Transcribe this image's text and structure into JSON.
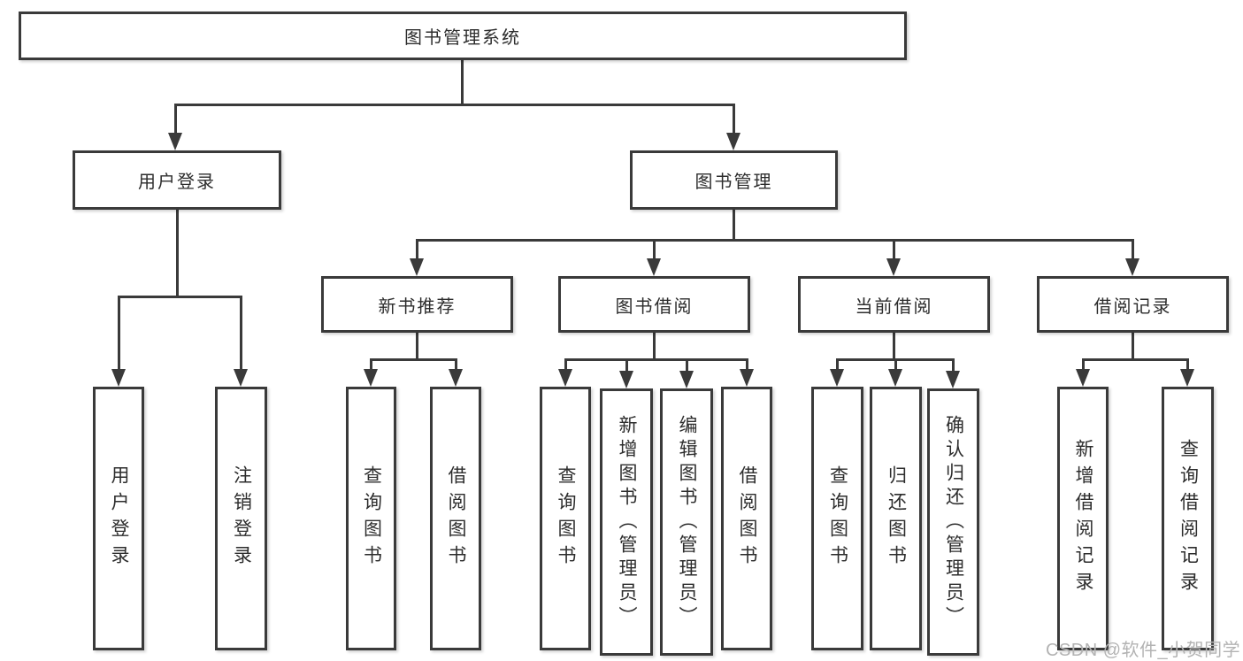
{
  "diagram": {
    "type": "tree",
    "root": {
      "id": "library-management-system",
      "label": "图书管理系统"
    },
    "level2": [
      {
        "id": "user-login-branch",
        "label": "用户登录",
        "parent": "图书管理系统"
      },
      {
        "id": "book-management-branch",
        "label": "图书管理",
        "parent": "图书管理系统"
      }
    ],
    "level3": [
      {
        "id": "new-book-recommend",
        "label": "新书推荐",
        "parent": "图书管理"
      },
      {
        "id": "book-borrowing",
        "label": "图书借阅",
        "parent": "图书管理"
      },
      {
        "id": "current-borrowing",
        "label": "当前借阅",
        "parent": "图书管理"
      },
      {
        "id": "borrowing-records",
        "label": "借阅记录",
        "parent": "图书管理"
      }
    ],
    "leaves": [
      {
        "id": "user-login",
        "label": "用户登录",
        "parent": "用户登录"
      },
      {
        "id": "logout",
        "label": "注销登录",
        "parent": "用户登录"
      },
      {
        "id": "rec-query-books",
        "label": "查询图书",
        "parent": "新书推荐"
      },
      {
        "id": "rec-borrow-books",
        "label": "借阅图书",
        "parent": "新书推荐"
      },
      {
        "id": "bb-query-books",
        "label": "查询图书",
        "parent": "图书借阅"
      },
      {
        "id": "bb-add-books-admin",
        "label": "新增图书（管理员）",
        "parent": "图书借阅"
      },
      {
        "id": "bb-edit-books-admin",
        "label": "编辑图书（管理员）",
        "parent": "图书借阅"
      },
      {
        "id": "bb-borrow-books",
        "label": "借阅图书",
        "parent": "图书借阅"
      },
      {
        "id": "cb-query-books",
        "label": "查询图书",
        "parent": "当前借阅"
      },
      {
        "id": "cb-return-books",
        "label": "归还图书",
        "parent": "当前借阅"
      },
      {
        "id": "cb-confirm-return-admin",
        "label": "确认归还（管理员）",
        "parent": "当前借阅"
      },
      {
        "id": "br-add-record",
        "label": "新增借阅记录",
        "parent": "借阅记录"
      },
      {
        "id": "br-query-record",
        "label": "查询借阅记录",
        "parent": "借阅记录"
      }
    ],
    "colors": {
      "line": "#3a3a3a",
      "border": "#3a3a3a",
      "text": "#2d2d2d",
      "background": "#ffffff",
      "watermark": "#b3b3b3"
    }
  },
  "watermark": {
    "text": "CSDN @软件_小贺同学"
  }
}
